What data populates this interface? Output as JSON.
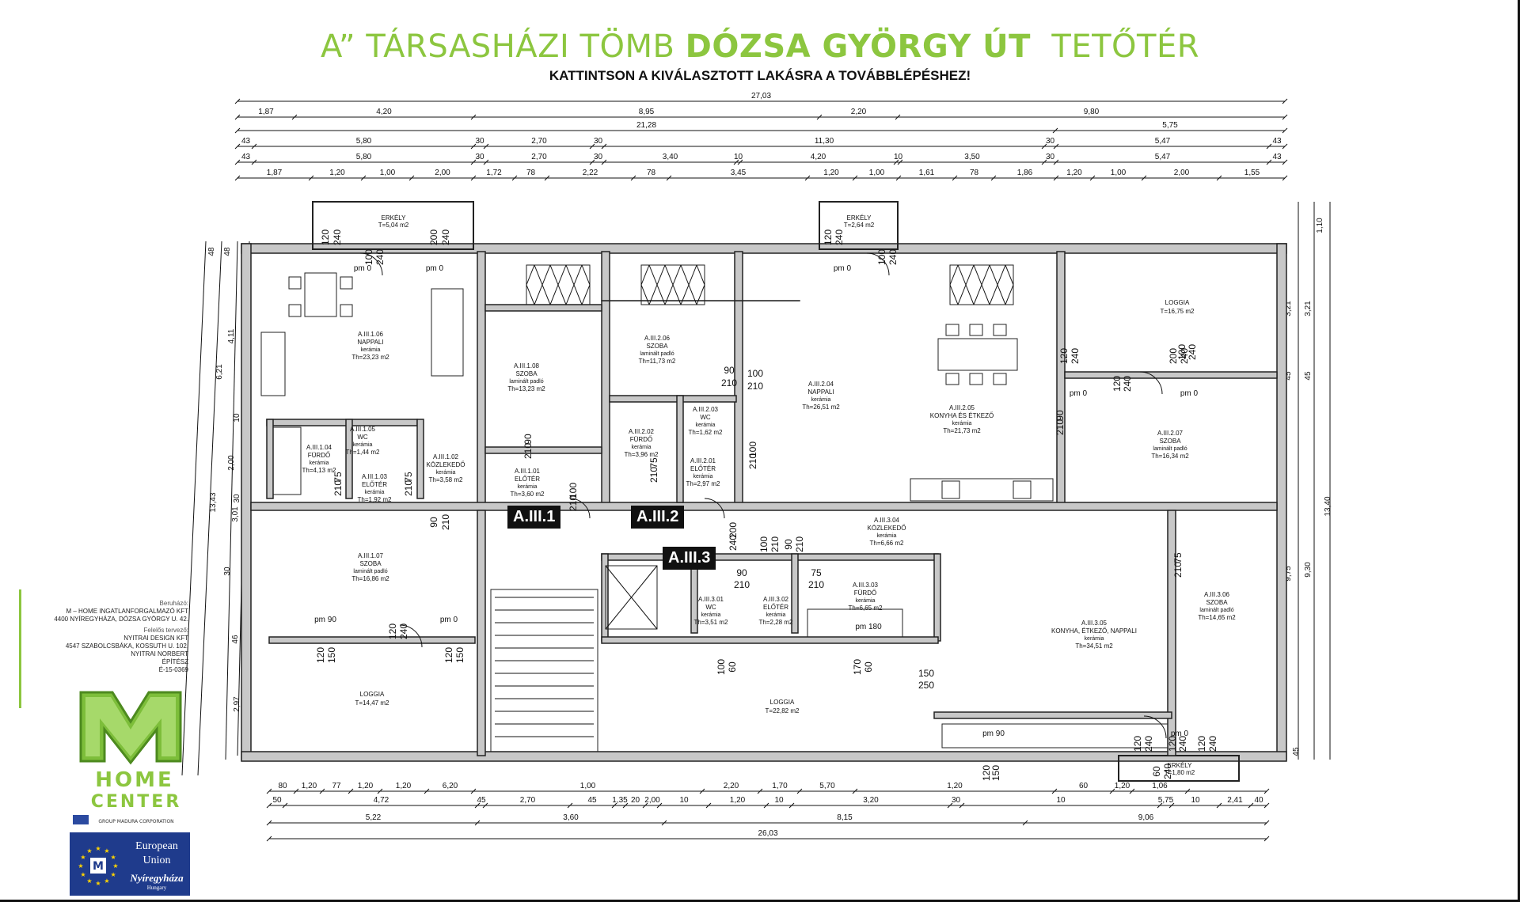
{
  "header": {
    "title_part1": "A” TÁRSASHÁZI TÖMB ",
    "title_bold": "DÓZSA GYÖRGY ÚT",
    "title_part2": "  TETŐTÉR",
    "subtitle": "KATTINTSON A KIVÁLASZTOTT LAKÁSRA A TOVÁBBLÉPÉSHEZ!"
  },
  "apartments": [
    "A.III.1",
    "A.III.2",
    "A.III.3"
  ],
  "colors": {
    "brand_green": "#8cc63f",
    "eu_blue": "#1f3b8c",
    "wall": "#222222",
    "wall_fill": "#c8c8c8"
  },
  "dims_top": {
    "r1": [
      "27,03"
    ],
    "r2": [
      "1,87",
      "4,20",
      "8,95",
      "2,20",
      "9,80"
    ],
    "r3": [
      "21,28",
      "5,75"
    ],
    "r4": [
      "43",
      "5,80",
      "30",
      "2,70",
      "30",
      "11,30",
      "30",
      "5,47",
      "43"
    ],
    "r5": [
      "43",
      "5,80",
      "30",
      "2,70",
      "30",
      "3,40",
      "10",
      "4,20",
      "10",
      "3,50",
      "30",
      "5,47",
      "43"
    ],
    "r6": [
      "1,87",
      "1,20",
      "1,00",
      "2,00",
      "1,72",
      "78",
      "2,22",
      "78",
      "3,45",
      "1,20",
      "1,00",
      "1,61",
      "78",
      "1,86",
      "1,20",
      "1,00",
      "2,00",
      "1,55"
    ]
  },
  "dims_bottom": {
    "r1": [
      "80",
      "1,20",
      "77",
      "1,20",
      "1,20",
      "6,20",
      "1,00",
      "2,20",
      "1,70",
      "5,70",
      "1,20",
      "60",
      "1,20",
      "1,06"
    ],
    "r2": [
      "50",
      "4,72",
      "45",
      "2,70",
      "45",
      "1,35",
      "20",
      "2,00",
      "10",
      "1,20",
      "10",
      "3,20",
      "30",
      "10",
      "5,75",
      "10",
      "2,41",
      "40"
    ],
    "r3": [
      "5,22",
      "3,60",
      "8,15",
      "9,06"
    ],
    "r4": [
      "26,03"
    ]
  },
  "dims_left": [
    "48",
    "48",
    "4,11",
    "6,21",
    "10",
    "2,00",
    "30",
    "3,01",
    "30",
    "46",
    "3,01",
    "2,97",
    "13,43"
  ],
  "dims_right": [
    "1,10",
    "3,21",
    "3,21",
    "45",
    "45",
    "9,75",
    "9,30",
    "13,40",
    "45"
  ],
  "balconies": [
    {
      "name": "ERKÉLY",
      "area": "T=5,04 m2"
    },
    {
      "name": "ERKÉLY",
      "area": "T=2,64 m2"
    },
    {
      "name": "ERKÉLY",
      "area": "T=1,80 m2"
    }
  ],
  "rooms": [
    {
      "id": "A.III.1.06",
      "name": "NAPPALI",
      "floor": "kerámia",
      "area": "Th=23,23 m2"
    },
    {
      "id": "A.III.1.08",
      "name": "SZOBA",
      "floor": "laminált padló",
      "area": "Th=13,23 m2"
    },
    {
      "id": "A.III.2.06",
      "name": "SZOBA",
      "floor": "laminált padló",
      "area": "Th=11,73 m2"
    },
    {
      "id": "A.III.2.04",
      "name": "NAPPALI",
      "floor": "kerámia",
      "area": "Th=26,51 m2"
    },
    {
      "id": "A.III.2.05",
      "name": "KONYHA ÉS ÉTKEZŐ",
      "floor": "kerámia",
      "area": "Th=21,73 m2"
    },
    {
      "id": "LOGGIA",
      "name": "",
      "floor": "",
      "area": "T=16,75 m2"
    },
    {
      "id": "A.III.2.07",
      "name": "SZOBA",
      "floor": "laminált padló",
      "area": "Th=16,34 m2"
    },
    {
      "id": "A.III.1.04",
      "name": "FÜRDŐ",
      "floor": "kerámia",
      "area": "Th=4,13 m2"
    },
    {
      "id": "A.III.1.05",
      "name": "WC",
      "floor": "kerámia",
      "area": "Th=1,44 m2"
    },
    {
      "id": "A.III.1.03",
      "name": "ELŐTÉR",
      "floor": "kerámia",
      "area": "Th=1,92 m2"
    },
    {
      "id": "A.III.1.02",
      "name": "KÖZLEKEDŐ",
      "floor": "kerámia",
      "area": "Th=3,58 m2"
    },
    {
      "id": "A.III.1.01",
      "name": "ELŐTÉR",
      "floor": "kerámia",
      "area": "Th=3,60 m2"
    },
    {
      "id": "A.III.2.02",
      "name": "FÜRDŐ",
      "floor": "kerámia",
      "area": "Th=3,96 m2"
    },
    {
      "id": "A.III.2.03",
      "name": "WC",
      "floor": "kerámia",
      "area": "Th=1,62 m2"
    },
    {
      "id": "A.III.2.01",
      "name": "ELŐTÉR",
      "floor": "kerámia",
      "area": "Th=2,97 m2"
    },
    {
      "id": "A.III.1.07",
      "name": "SZOBA",
      "floor": "laminált padló",
      "area": "Th=16,86 m2"
    },
    {
      "id": "A.III.3.04",
      "name": "KÖZLEKEDŐ",
      "floor": "kerámia",
      "area": "Th=6,66 m2"
    },
    {
      "id": "A.III.3.01",
      "name": "WC",
      "floor": "kerámia",
      "area": "Th=3,51 m2"
    },
    {
      "id": "A.III.3.02",
      "name": "ELŐTÉR",
      "floor": "kerámia",
      "area": "Th=2,28 m2"
    },
    {
      "id": "A.III.3.03",
      "name": "FÜRDŐ",
      "floor": "kerámia",
      "area": "Th=6,65 m2"
    },
    {
      "id": "A.III.3.05",
      "name": "KONYHA, ÉTKEZŐ, NAPPALI",
      "floor": "kerámia",
      "area": "Th=34,51 m2"
    },
    {
      "id": "A.III.3.06",
      "name": "SZOBA",
      "floor": "laminált padló",
      "area": "Th=14,65 m2"
    },
    {
      "id": "LOGGIA",
      "name": "",
      "floor": "",
      "area": "T=14,47 m2"
    },
    {
      "id": "LOGGIA",
      "name": "",
      "floor": "",
      "area": "T=22,82 m2"
    }
  ],
  "door_marks": [
    "100",
    "240",
    "120",
    "240",
    "200",
    "240",
    "120",
    "240",
    "100",
    "240",
    "120",
    "240",
    "200",
    "240",
    "90",
    "210",
    "90",
    "210",
    "75",
    "210",
    "75",
    "210",
    "100",
    "210",
    "75",
    "210",
    "100",
    "210",
    "100",
    "210",
    "90",
    "210",
    "90",
    "210",
    "120",
    "240",
    "100",
    "240",
    "200",
    "240",
    "100",
    "210",
    "90",
    "210",
    "90",
    "210",
    "75",
    "210",
    "75",
    "210",
    "120",
    "240",
    "120",
    "150",
    "120",
    "150",
    "100",
    "60",
    "170",
    "60",
    "150",
    "250",
    "120",
    "150",
    "120",
    "240",
    "120",
    "240",
    "60",
    "240",
    "120",
    "240"
  ],
  "parapet": [
    "pm 0",
    "pm 0",
    "pm 0",
    "pm 0",
    "pm 0",
    "pm 90",
    "pm 0",
    "pm 180",
    "pm 90",
    "pm 0"
  ],
  "info": {
    "owner_label": "Beruházó:",
    "owner_1": "M – HOME INGATLANFORGALMAZÓ KFT",
    "owner_2": "4400 NYÍREGYHÁZA, DÓZSA GYÖRGY U. 42.",
    "designer_label": "Felelős tervező:",
    "designer_1": "NYITRAI DESIGN KFT",
    "designer_2": "4547 SZABOLCSBÁKA, KOSSUTH U. 102.",
    "designer_3": "NYITRAI NORBERT",
    "designer_4": "ÉPÍTÉSZ",
    "designer_5": "É-15-0369"
  },
  "logo": {
    "line1": "HOME",
    "line2": "CENTER",
    "sub": "GROUP MADURA CORPORATION"
  },
  "eu_badge": {
    "line1": "European",
    "line2": "Union",
    "line3": "Nyíregyháza",
    "line4": "Hungary"
  }
}
